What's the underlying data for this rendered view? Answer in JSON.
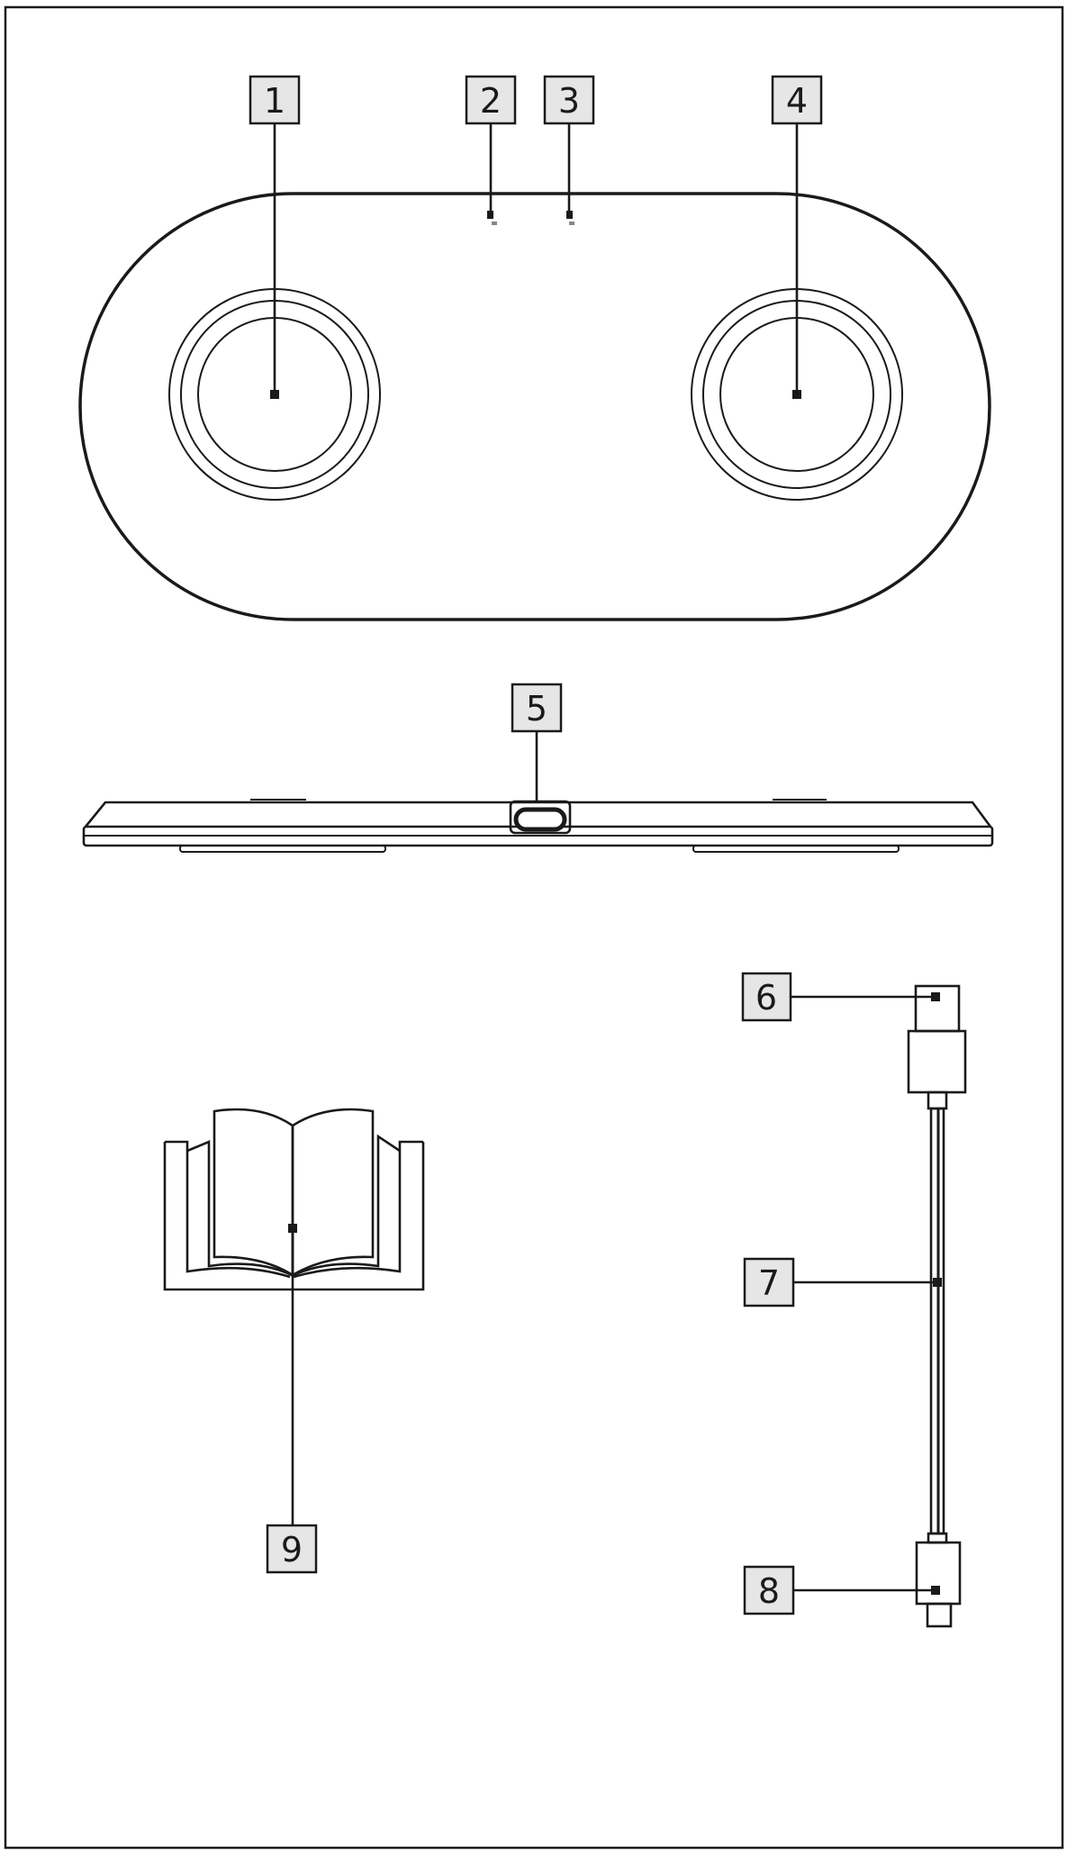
{
  "colors": {
    "stroke": "#1a1a1a",
    "label_fill": "#e6e6e6",
    "background": "#ffffff"
  },
  "labels": {
    "n1": "1",
    "n2": "2",
    "n3": "3",
    "n4": "4",
    "n5": "5",
    "n6": "6",
    "n7": "7",
    "n8": "8",
    "n9": "9"
  }
}
